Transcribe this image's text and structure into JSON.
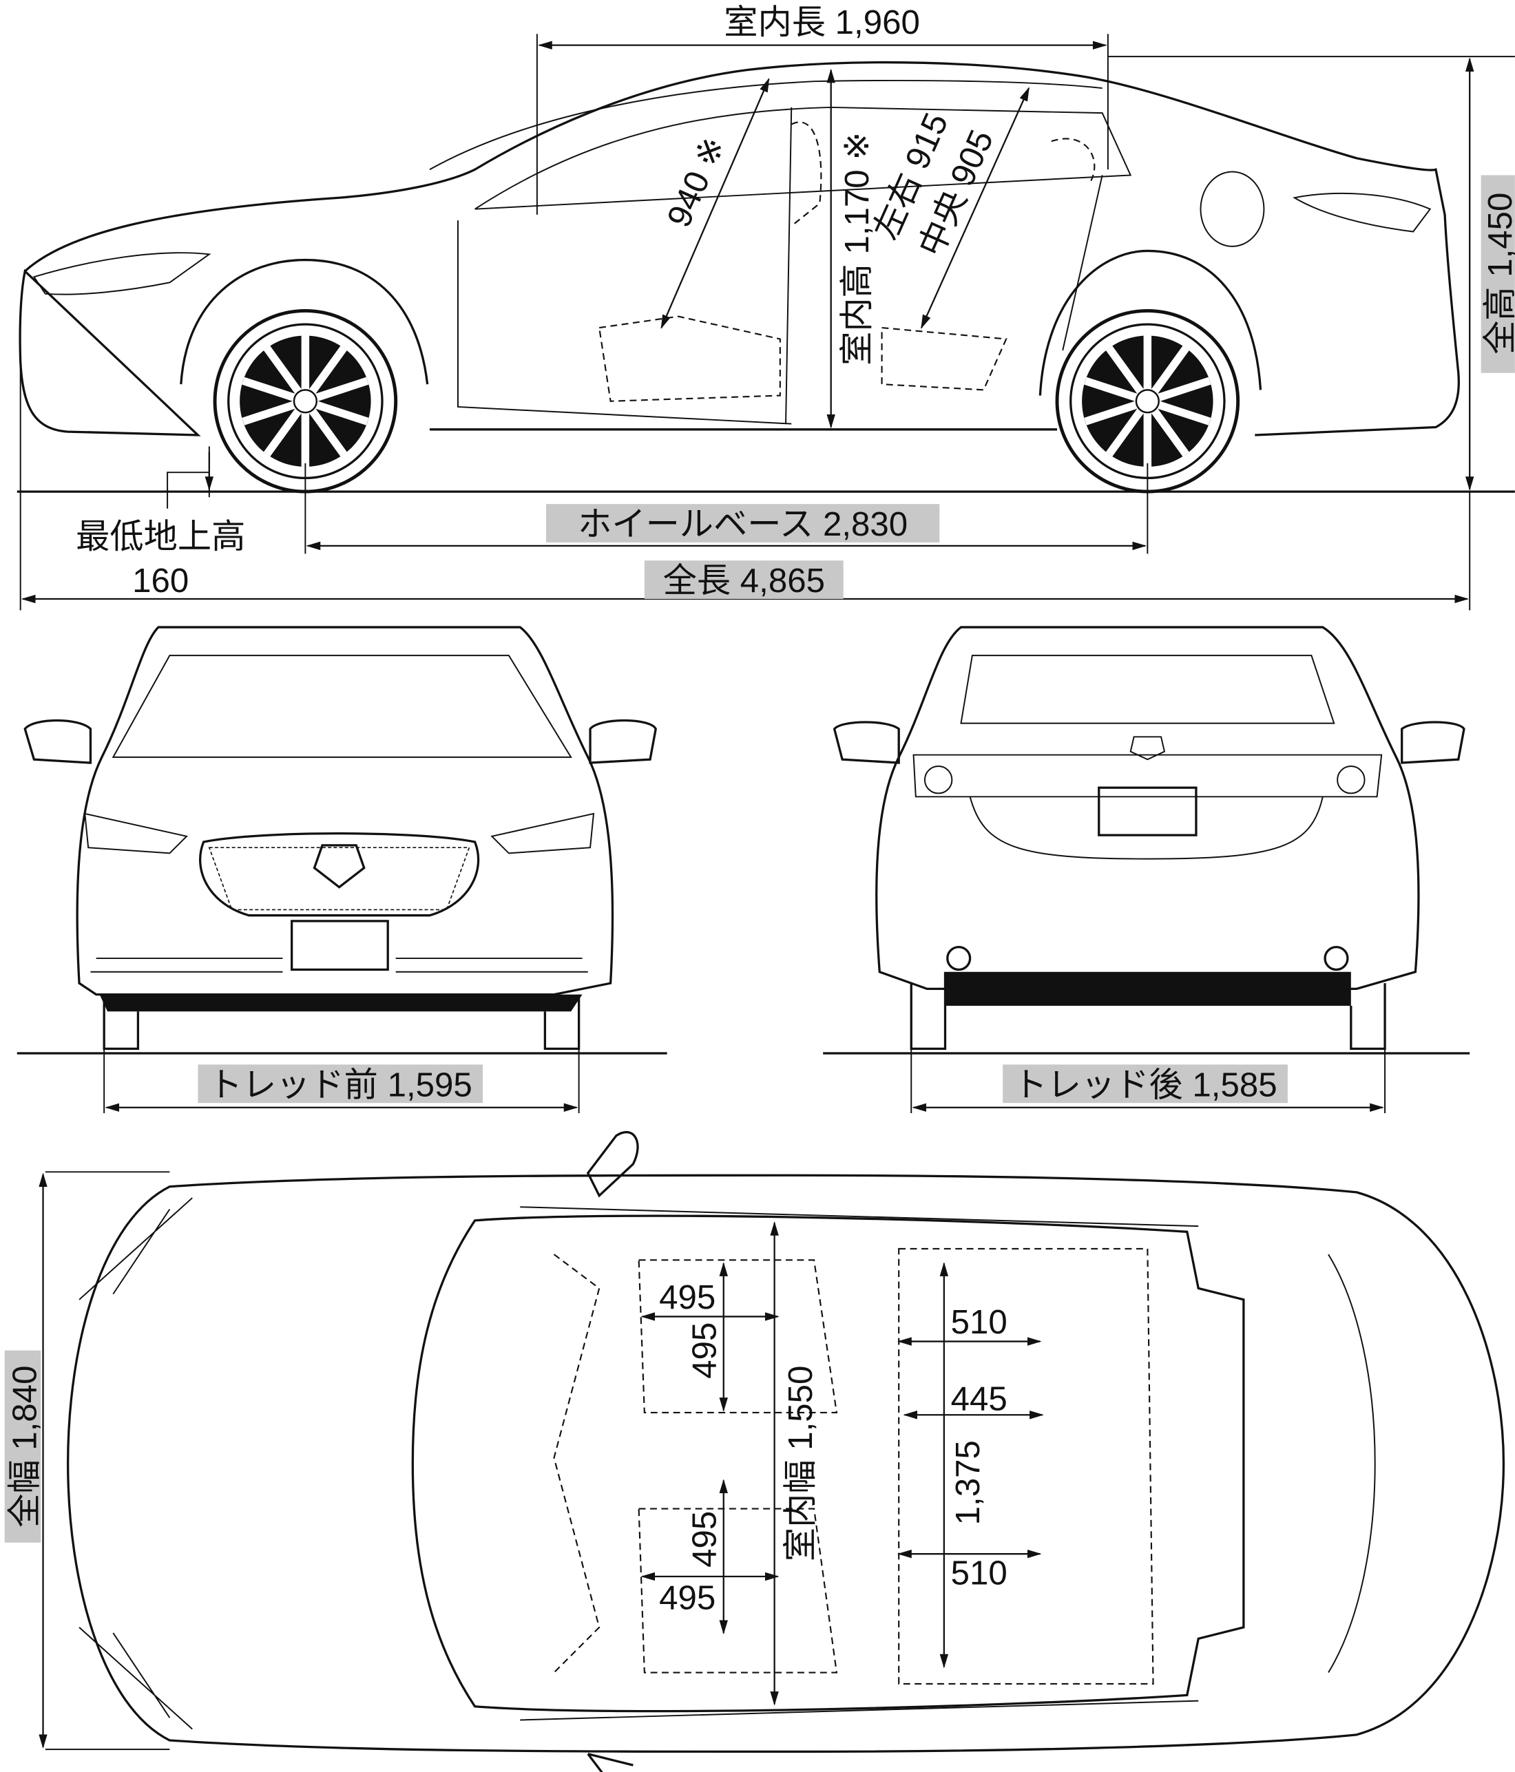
{
  "side_view": {
    "interior_length": "室内長 1,960",
    "interior_height": "室内高 1,170 ※",
    "front_headroom": "940 ※",
    "rear_headroom_sides": "左右 915",
    "rear_headroom_center": "中央 905",
    "overall_height": "全高 1,450",
    "ground_clearance_label": "最低地上高",
    "ground_clearance_value": "160",
    "wheelbase": "ホイールベース 2,830",
    "overall_length": "全長 4,865"
  },
  "front_view": {
    "tread_front": "トレッド前 1,595"
  },
  "rear_view": {
    "tread_rear": "トレッド後 1,585"
  },
  "top_view": {
    "overall_width": "全幅 1,840",
    "interior_width": "室内幅 1,550",
    "front_seat_width_upper": "495",
    "front_seat_depth_upper": "495",
    "front_seat_depth_lower": "495",
    "front_seat_width_lower": "495",
    "rear_seat_upper": "510",
    "rear_center": "445",
    "rear_shoulder": "1,375",
    "rear_seat_lower": "510"
  },
  "colors": {
    "label_bg": "#c8c8c8",
    "line": "#111111"
  }
}
